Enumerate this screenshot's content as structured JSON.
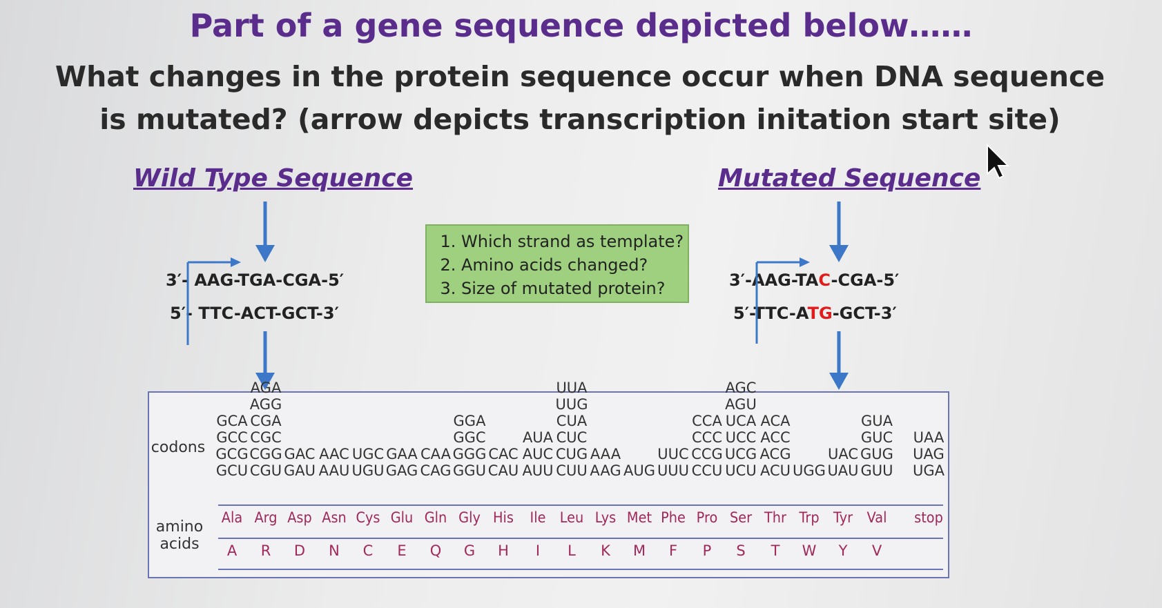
{
  "title": "Part of a gene sequence depicted below……",
  "question": "What changes in the protein sequence occur when DNA sequence is mutated? (arrow depicts transcription initation start site)",
  "wild": {
    "heading": "Wild Type Sequence",
    "top_prefix": "3′-",
    "top_seq": "AAG-TGA-CGA-5′",
    "bottom_prefix": "5′-",
    "bottom_seq": "TTC-ACT-GCT-3′"
  },
  "mutated": {
    "heading": "Mutated Sequence",
    "top_prefix": "3′-",
    "top_a": "AAG-TA",
    "top_b": "C",
    "top_c": "-CGA-5′",
    "bottom_prefix": "5′-",
    "bottom_a": "TTC-A",
    "bottom_b": "TG",
    "bottom_c": "-GCT-3′"
  },
  "questions": [
    "Which strand as template?",
    "Amino acids changed?",
    "Size of mutated protein?"
  ],
  "table": {
    "codons_label": "codons",
    "amino_label_1": "amino",
    "amino_label_2": "acids",
    "columns": [
      {
        "codons": [
          "GCA",
          "GCC",
          "GCG",
          "GCU"
        ],
        "aa3": "Ala",
        "aa1": "A"
      },
      {
        "codons": [
          "AGA",
          "AGG",
          "CGA",
          "CGC",
          "CGG",
          "CGU"
        ],
        "aa3": "Arg",
        "aa1": "R"
      },
      {
        "codons": [
          "GAC",
          "GAU"
        ],
        "aa3": "Asp",
        "aa1": "D"
      },
      {
        "codons": [
          "AAC",
          "AAU"
        ],
        "aa3": "Asn",
        "aa1": "N"
      },
      {
        "codons": [
          "UGC",
          "UGU"
        ],
        "aa3": "Cys",
        "aa1": "C"
      },
      {
        "codons": [
          "GAA",
          "GAG"
        ],
        "aa3": "Glu",
        "aa1": "E"
      },
      {
        "codons": [
          "CAA",
          "CAG"
        ],
        "aa3": "Gln",
        "aa1": "Q"
      },
      {
        "codons": [
          "GGA",
          "GGC",
          "GGG",
          "GGU"
        ],
        "aa3": "Gly",
        "aa1": "G"
      },
      {
        "codons": [
          "CAC",
          "CAU"
        ],
        "aa3": "His",
        "aa1": "H"
      },
      {
        "codons": [
          "AUA",
          "AUC",
          "AUU"
        ],
        "aa3": "Ile",
        "aa1": "I"
      },
      {
        "codons": [
          "UUA",
          "UUG",
          "CUA",
          "CUC",
          "CUG",
          "CUU"
        ],
        "aa3": "Leu",
        "aa1": "L"
      },
      {
        "codons": [
          "AAA",
          "AAG"
        ],
        "aa3": "Lys",
        "aa1": "K"
      },
      {
        "codons": [
          "AUG"
        ],
        "aa3": "Met",
        "aa1": "M"
      },
      {
        "codons": [
          "UUC",
          "UUU"
        ],
        "aa3": "Phe",
        "aa1": "F"
      },
      {
        "codons": [
          "CCA",
          "CCC",
          "CCG",
          "CCU"
        ],
        "aa3": "Pro",
        "aa1": "P"
      },
      {
        "codons": [
          "AGC",
          "AGU",
          "UCA",
          "UCC",
          "UCG",
          "UCU"
        ],
        "aa3": "Ser",
        "aa1": "S"
      },
      {
        "codons": [
          "ACA",
          "ACC",
          "ACG",
          "ACU"
        ],
        "aa3": "Thr",
        "aa1": "T"
      },
      {
        "codons": [
          "UGG"
        ],
        "aa3": "Trp",
        "aa1": "W"
      },
      {
        "codons": [
          "UAC",
          "UAU"
        ],
        "aa3": "Tyr",
        "aa1": "Y"
      },
      {
        "codons": [
          "GUA",
          "GUC",
          "GUG",
          "GUU"
        ],
        "aa3": "Val",
        "aa1": "V"
      },
      {
        "codons": [
          "UAA",
          "UAG",
          "UGA"
        ],
        "aa3": "stop",
        "aa1": ""
      }
    ]
  }
}
